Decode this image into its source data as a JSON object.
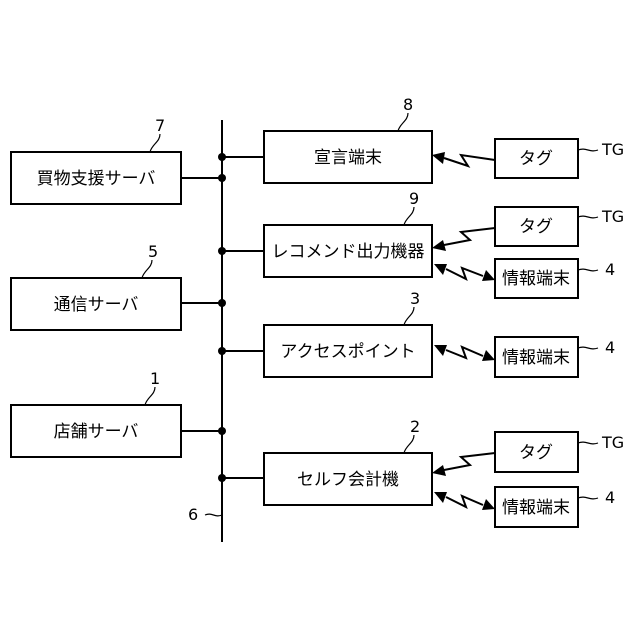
{
  "servers": {
    "shopping_support": {
      "label": "買物支援サーバ",
      "ref": "7"
    },
    "communication": {
      "label": "通信サーバ",
      "ref": "5"
    },
    "store": {
      "label": "店舗サーバ",
      "ref": "1"
    }
  },
  "devices": {
    "declaration_terminal": {
      "label": "宣言端末",
      "ref": "8"
    },
    "recommend_output": {
      "label": "レコメンド出力機器",
      "ref": "9"
    },
    "access_point": {
      "label": "アクセスポイント",
      "ref": "3"
    },
    "self_checkout": {
      "label": "セルフ会計機",
      "ref": "2"
    }
  },
  "bus": {
    "ref": "6"
  },
  "tag": {
    "label": "タグ",
    "ref": "TG"
  },
  "info_terminal": {
    "label": "情報端末",
    "ref": "4"
  }
}
